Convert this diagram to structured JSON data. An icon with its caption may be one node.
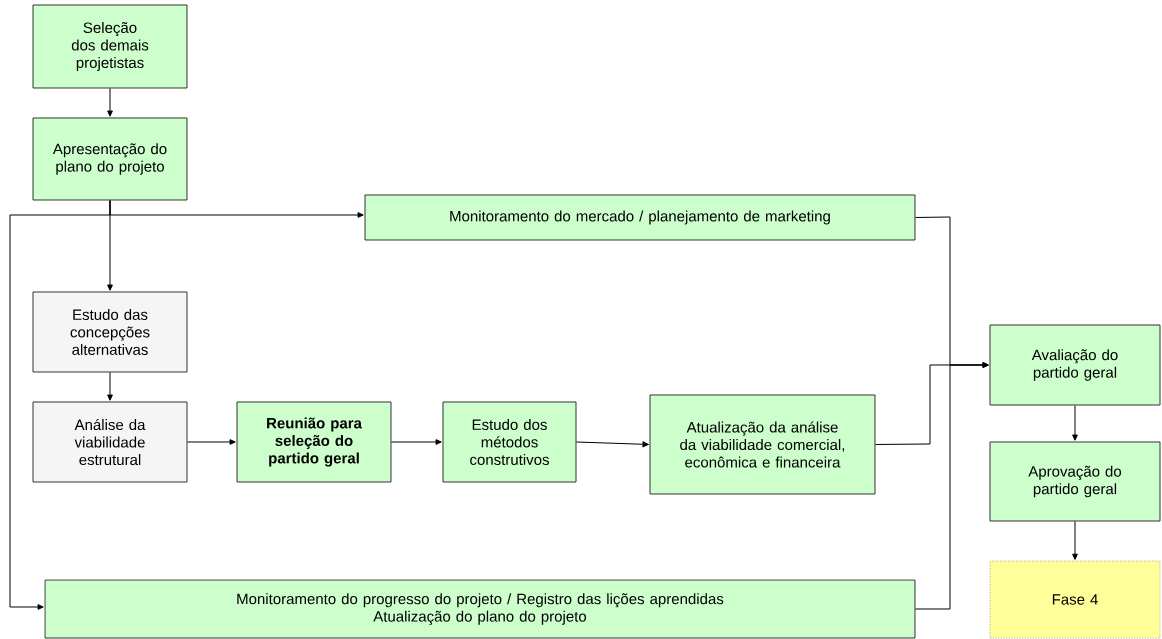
{
  "diagram": {
    "nodes": [
      {
        "text": [
          "Seleção dos demais projetistas"
        ]
      },
      {
        "text": [
          "Apresentação do plano do projeto"
        ]
      },
      {
        "text": [
          "Monitoramento do mercado / planejamento de marketing"
        ]
      },
      {
        "text": [
          "Estudo das concepções alternativas"
        ]
      },
      {
        "text": [
          "Análise da viabilidade estrutural"
        ]
      },
      {
        "text": [
          "Reunião para seleção do partido geral"
        ]
      },
      {
        "text": [
          "Estudo dos métodos construtivos"
        ]
      },
      {
        "text": [
          "Atualização da análise da viabilidade comercial, econômica e financeira"
        ]
      },
      {
        "text": [
          "Avaliação do partido geral"
        ]
      },
      {
        "text": [
          "Aprovação do partido geral"
        ]
      },
      {
        "text": [
          "Monitoramento do progresso do projeto / Registro das lições aprendidas",
          "Atualização do plano do projeto"
        ]
      },
      {
        "text": [
          "Fase 4"
        ]
      }
    ],
    "edges": [
      {
        "from": 0,
        "to": 1,
        "arrow": "to"
      },
      {
        "from": 1,
        "to": 3,
        "arrow": "to"
      },
      {
        "from": 1,
        "to": 2,
        "arrow": "to"
      },
      {
        "from": 1,
        "to": 10,
        "arrow": "to"
      },
      {
        "from": 3,
        "to": 4,
        "arrow": "to"
      },
      {
        "from": 4,
        "to": 5,
        "arrow": "to"
      },
      {
        "from": 5,
        "to": 6,
        "arrow": "to"
      },
      {
        "from": 6,
        "to": 7,
        "arrow": "to"
      },
      {
        "from": 7,
        "to": 8,
        "arrow": "to"
      },
      {
        "from": 2,
        "to": 8,
        "arrow": "to"
      },
      {
        "from": 10,
        "to": 8,
        "arrow": "to"
      },
      {
        "from": 8,
        "to": 9,
        "arrow": "to"
      },
      {
        "from": 9,
        "to": 11,
        "arrow": "to"
      }
    ]
  }
}
